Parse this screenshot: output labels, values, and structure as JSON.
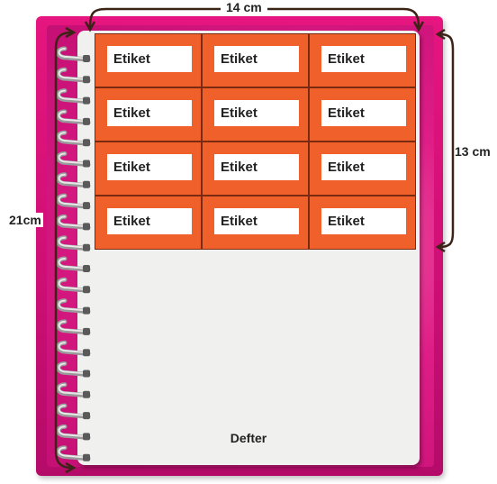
{
  "labels": {
    "cell": "Etiket",
    "rows": 4,
    "cols": 3
  },
  "dimensions": {
    "width": "14 cm",
    "label_height": "13 cm",
    "page_height": "21cm"
  },
  "footer": "Defter",
  "colors": {
    "cover": "#d9127e",
    "label_fill": "#f0602a",
    "label_border": "#7a2a10",
    "page": "#f0f0ef",
    "arrow": "#3b2416"
  }
}
